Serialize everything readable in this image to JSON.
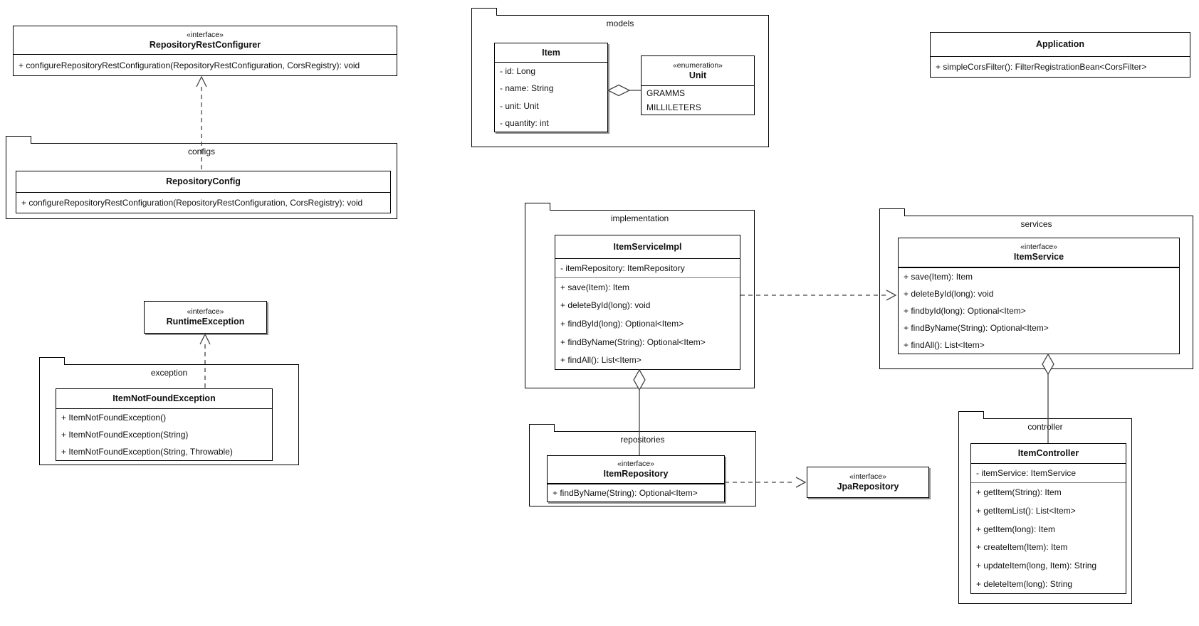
{
  "diagram": {
    "packages": {
      "configs": {
        "label": "configs"
      },
      "models": {
        "label": "models"
      },
      "exception": {
        "label": "exception"
      },
      "implementation": {
        "label": "implementation"
      },
      "services": {
        "label": "services"
      },
      "repositories": {
        "label": "repositories"
      },
      "controller": {
        "label": "controller"
      }
    },
    "classes": {
      "repository_rest_configurer": {
        "stereotype": "«interface»",
        "name": "RepositoryRestConfigurer",
        "methods": [
          "+ configureRepositoryRestConfiguration(RepositoryRestConfiguration, CorsRegistry): void"
        ]
      },
      "repository_config": {
        "name": "RepositoryConfig",
        "methods": [
          "+ configureRepositoryRestConfiguration(RepositoryRestConfiguration, CorsRegistry): void"
        ]
      },
      "item": {
        "name": "Item",
        "attributes": [
          "- id: Long",
          "- name: String",
          "- unit: Unit",
          "- quantity: int"
        ]
      },
      "unit": {
        "stereotype": "«enumeration»",
        "name": "Unit",
        "values": [
          "GRAMMS",
          "MILLILETERS"
        ]
      },
      "application": {
        "name": "Application",
        "methods": [
          "+ simpleCorsFilter(): FilterRegistrationBean<CorsFilter>"
        ]
      },
      "runtime_exception": {
        "stereotype": "«interface»",
        "name": "RuntimeException"
      },
      "item_not_found_exception": {
        "name": "ItemNotFoundException",
        "methods": [
          "+ ItemNotFoundException()",
          "+ ItemNotFoundException(String)",
          "+ ItemNotFoundException(String, Throwable)"
        ]
      },
      "item_service_impl": {
        "name": "ItemServiceImpl",
        "attributes": [
          "- itemRepository: ItemRepository"
        ],
        "methods": [
          "+ save(Item): Item",
          "+ deleteById(long): void",
          "+ findById(long): Optional<Item>",
          "+ findByName(String): Optional<Item>",
          "+ findAll(): List<Item>"
        ]
      },
      "item_service": {
        "stereotype": "«interface»",
        "name": "ItemService",
        "methods": [
          "+ save(Item): Item",
          "+ deleteById(long): void",
          "+ findbyId(long): Optional<Item>",
          "+ findByName(String): Optional<Item>",
          "+ findAll(): List<Item>"
        ]
      },
      "item_repository": {
        "stereotype": "«interface»",
        "name": "ItemRepository",
        "methods": [
          "+ findByName(String): Optional<Item>"
        ]
      },
      "jpa_repository": {
        "stereotype": "«interface»",
        "name": "JpaRepository"
      },
      "item_controller": {
        "name": "ItemController",
        "attributes": [
          "- itemService: ItemService"
        ],
        "methods": [
          "+ getItem(String): Item",
          "+ getItemList(): List<Item>",
          "+ getItem(long): Item",
          "+ createItem(Item): Item",
          "+ updateItem(long, Item): String",
          "+ deleteItem(long): String"
        ]
      }
    },
    "relationships": [
      {
        "from": "RepositoryConfig",
        "to": "RepositoryRestConfigurer",
        "type": "realization"
      },
      {
        "from": "ItemNotFoundException",
        "to": "RuntimeException",
        "type": "realization"
      },
      {
        "from": "Item",
        "to": "Unit",
        "type": "aggregation"
      },
      {
        "from": "ItemServiceImpl",
        "to": "ItemService",
        "type": "realization"
      },
      {
        "from": "ItemServiceImpl",
        "to": "ItemRepository",
        "type": "aggregation"
      },
      {
        "from": "ItemRepository",
        "to": "JpaRepository",
        "type": "dependency"
      },
      {
        "from": "ItemService",
        "to": "ItemController",
        "type": "aggregation"
      }
    ]
  }
}
